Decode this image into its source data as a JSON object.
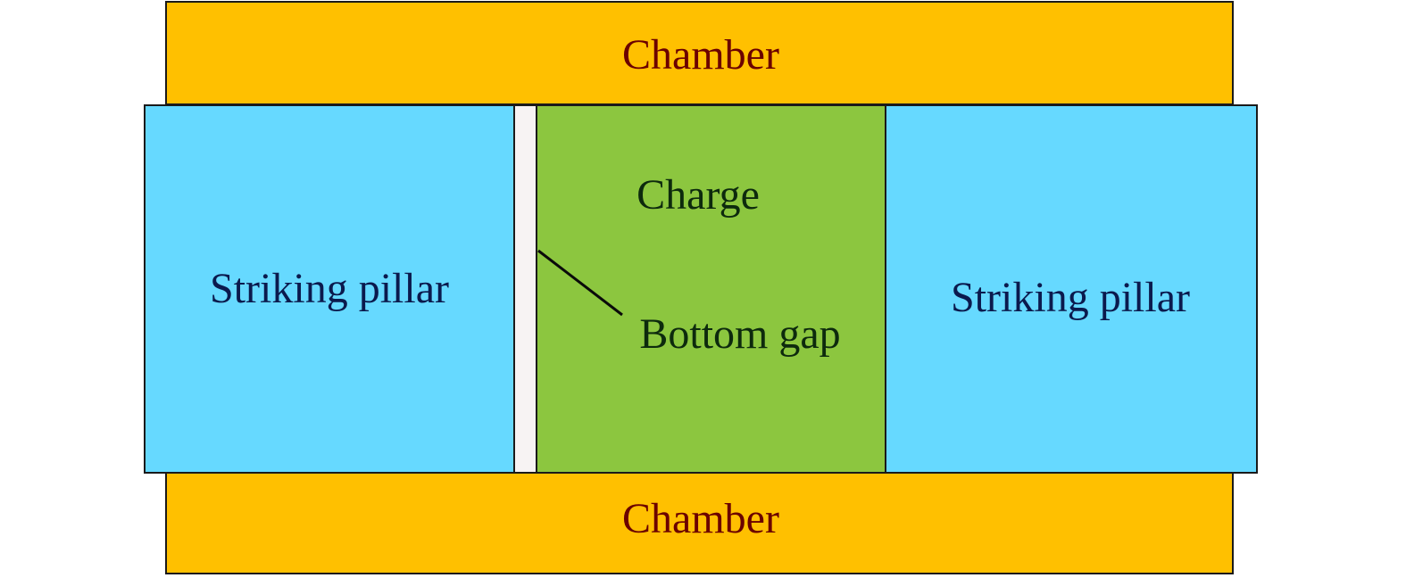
{
  "diagram": {
    "chamber_top_label": "Chamber",
    "chamber_bottom_label": "Chamber",
    "left_pillar_label": "Striking pillar",
    "right_pillar_label": "Striking pillar",
    "charge_label": "Charge",
    "bottom_gap_label": "Bottom gap"
  },
  "colors": {
    "chamber": "#ffc000",
    "pillar": "#66d9ff",
    "charge": "#8cc63f",
    "gap": "#f7f3f3",
    "outline": "#1a1a1a"
  }
}
